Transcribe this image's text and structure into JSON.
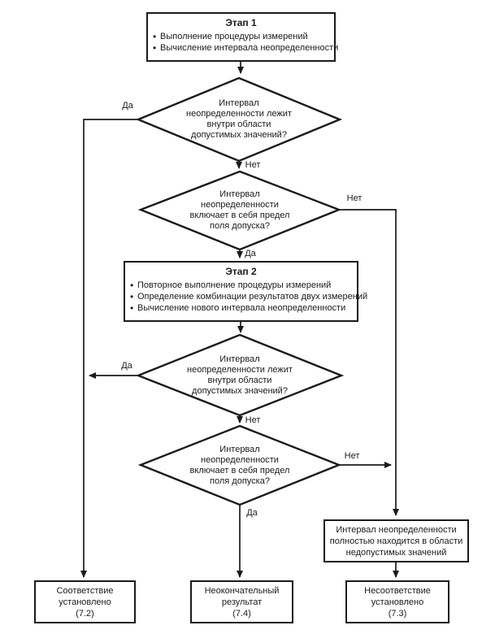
{
  "diagram": {
    "colors": {
      "line": "#1a1a1a",
      "background": "#ffffff"
    },
    "stage1": {
      "title": "Этап 1",
      "items": [
        "Выполнение процедуры измерений",
        "Вычисление интервала неопределенности"
      ]
    },
    "decision1": {
      "text": "Интервал\nнеопределенности лежит\nвнутри области\nдопустимых значений?",
      "yes_label": "Да",
      "no_label": "Нет"
    },
    "decision2": {
      "text": "Интервал\nнеопределенности\nвключает в себя предел\nполя допуска?",
      "yes_label": "Да",
      "no_label": "Нет"
    },
    "stage2": {
      "title": "Этап 2",
      "items": [
        "Повторное выполнение процедуры измерений",
        "Определение комбинации результатов двух измерений",
        "Вычисление нового интервала неопределенности"
      ]
    },
    "decision3": {
      "text": "Интервал\nнеопределенности лежит\nвнутри области\nдопустимых значений?",
      "yes_label": "Да",
      "no_label": "Нет"
    },
    "decision4": {
      "text": "Интервал\nнеопределенности\nвключает в себя предел\nполя допуска?",
      "yes_label": "Да",
      "no_label": "Нет"
    },
    "inadmissible_zone": {
      "text": "Интервал неопределенности\nполностью находится в области\nнедопустимых значений"
    },
    "result_conformity": {
      "text": "Соответствие\nустановлено\n(7.2)"
    },
    "result_inconclusive": {
      "text": "Неокончательный\nрезультат\n(7.4)"
    },
    "result_nonconformity": {
      "text": "Несоответствие\nустановлено\n(7.3)"
    }
  }
}
